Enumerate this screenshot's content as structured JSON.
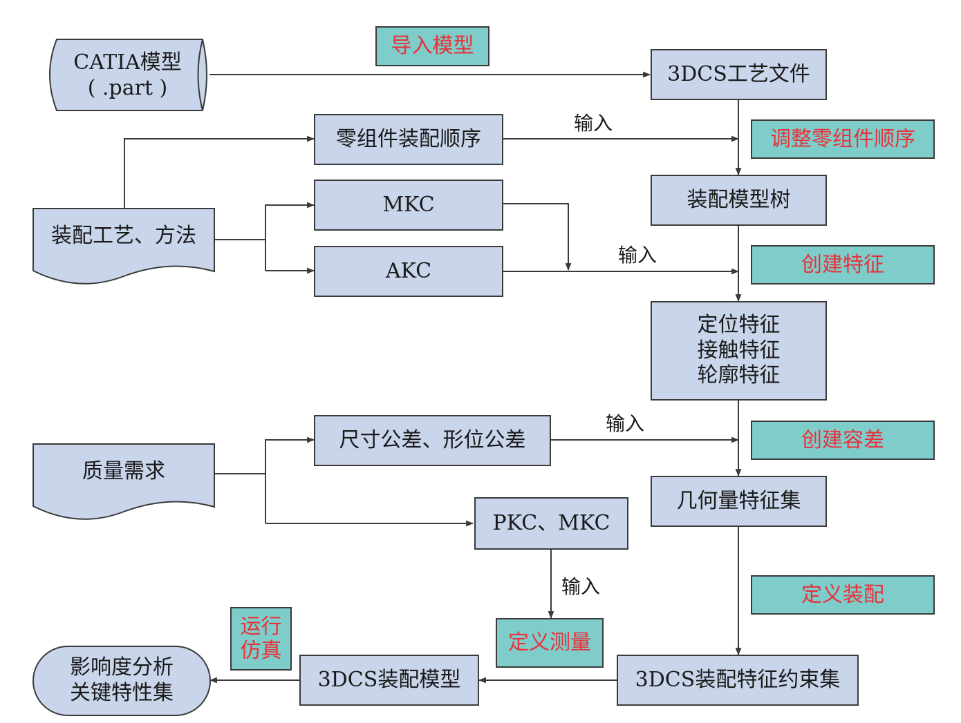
{
  "colors": {
    "box_fill": "#c9d5ea",
    "tag_fill": "#7ecdcb",
    "tag_text": "#e8323a",
    "line": "#3a3a3a"
  },
  "nodes": {
    "catia_model": "CATIA模型\n( .part )",
    "dcs_process_file": "3DCS工艺文件",
    "assembly_sequence": "零组件装配顺序",
    "assembly_process": "装配工艺、方法",
    "mkc": "MKC",
    "akc": "AKC",
    "assembly_model_tree": "装配模型树",
    "features": "定位特征\n接触特征\n轮廓特征",
    "quality_demand": "质量需求",
    "tolerances": "尺寸公差、形位公差",
    "pkc_mkc": "PKC、MKC",
    "geometry_feature_set": "几何量特征集",
    "influence_analysis": "影响度分析\n关键特性集",
    "dcs_assembly_model": "3DCS装配模型",
    "dcs_constraint_set": "3DCS装配特征约束集"
  },
  "actions": {
    "import_model": "导入模型",
    "adjust_sequence": "调整零组件顺序",
    "create_features": "创建特征",
    "create_tolerance": "创建容差",
    "define_assembly": "定义装配",
    "define_measurement": "定义测量",
    "run_simulation": "运行\n仿真"
  },
  "edge_labels": {
    "input_1": "输入",
    "input_2": "输入",
    "input_3": "输入",
    "input_4": "输入"
  }
}
